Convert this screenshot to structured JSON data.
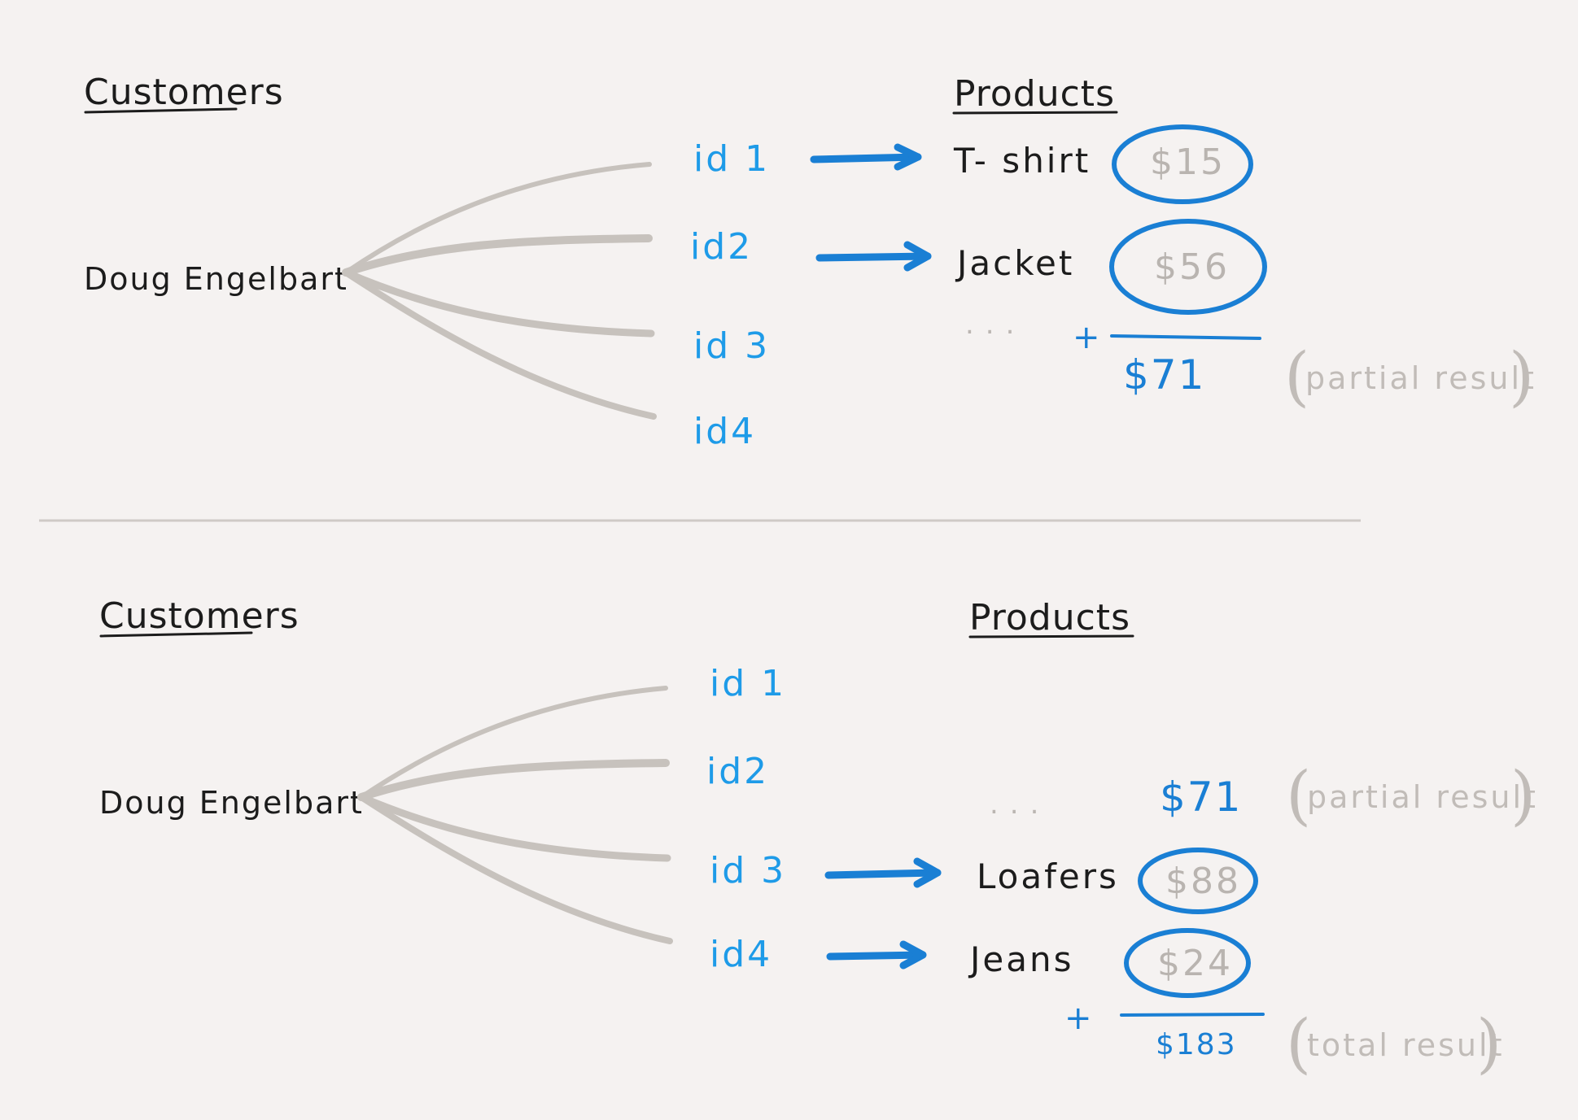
{
  "panels": [
    {
      "customers_header": "Customers",
      "products_header": "Products",
      "customer_name": "Doug Engelbart",
      "ids": [
        "id 1",
        "id2",
        "id 3",
        "id4"
      ],
      "products": [
        {
          "name": "T- shirt",
          "price": "$15"
        },
        {
          "name": "Jacket",
          "price": "$56"
        }
      ],
      "ellipsis": "...",
      "plus": "+",
      "sum": "$71",
      "sum_note": "partial result"
    },
    {
      "customers_header": "Customers",
      "products_header": "Products",
      "customer_name": "Doug Engelbart",
      "ids": [
        "id 1",
        "id2",
        "id 3",
        "id4"
      ],
      "ellipsis": "...",
      "carried_sum": "$71",
      "carried_note": "partial result",
      "products": [
        {
          "name": "Loafers",
          "price": "$88"
        },
        {
          "name": "Jeans",
          "price": "$24"
        }
      ],
      "plus": "+",
      "sum": "$183",
      "sum_note": "total result"
    }
  ],
  "colors": {
    "background": "#f5f2f1",
    "ink": "#1c1c1c",
    "blue": "#1a7fd4",
    "id_blue": "#1e9be8",
    "grey": "#c1bcb8",
    "branch": "#c7c2bd"
  },
  "icon_names": [
    "right-arrow-icon"
  ]
}
